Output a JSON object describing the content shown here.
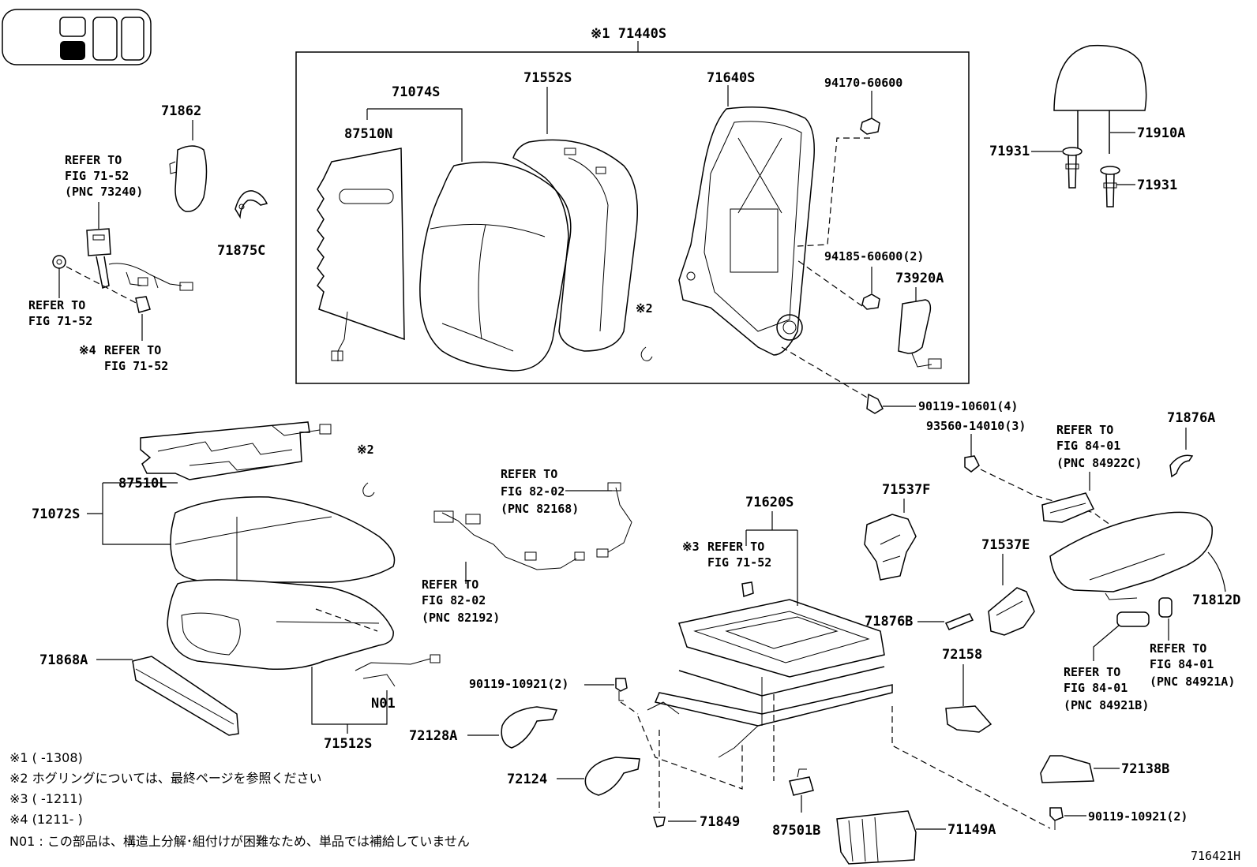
{
  "figure_id": "716421H",
  "group_label": "※1 71440S",
  "parts": {
    "p71074S": "71074S",
    "p87510N": "87510N",
    "p71552S": "71552S",
    "p71640S": "71640S",
    "p94170": "94170-60600",
    "p94185": "94185-60600(2)",
    "p73920A": "73920A",
    "p90119_10601": "90119-10601(4)",
    "p93560": "93560-14010(3)",
    "p71862": "71862",
    "p71875C": "71875C",
    "p71910A": "71910A",
    "p71931a": "71931",
    "p71931b": "71931",
    "p71876A": "71876A",
    "p87510L": "87510L",
    "p71072S": "71072S",
    "p71537F": "71537F",
    "p71537E": "71537E",
    "p71620S": "71620S",
    "p71812D": "71812D",
    "p71876B": "71876B",
    "p72158": "72158",
    "p71868A": "71868A",
    "pN01": "N01",
    "p71512S": "71512S",
    "p90119_10921a": "90119-10921(2)",
    "p72128A": "72128A",
    "p72124": "72124",
    "p71849": "71849",
    "p87501B": "87501B",
    "p71149A": "71149A",
    "p72138B": "72138B",
    "p90119_10921b": "90119-10921(2)",
    "mark2a": "※2",
    "mark2b": "※2"
  },
  "refs": {
    "r73240": [
      "REFER TO",
      "FIG 71-52",
      "(PNC 73240)"
    ],
    "r7152a": [
      "REFER TO",
      "FIG 71-52"
    ],
    "r7152b_mark": "※4",
    "r7152b": [
      "REFER TO",
      "FIG 71-52"
    ],
    "r82168": [
      "REFER TO",
      "FIG 82-02",
      "(PNC 82168)"
    ],
    "r82192": [
      "REFER TO",
      "FIG 82-02",
      "(PNC 82192)"
    ],
    "r7152c_mark": "※3",
    "r7152c": [
      "REFER TO",
      "FIG 71-52"
    ],
    "r84922C": [
      "REFER TO",
      "FIG 84-01",
      "(PNC 84922C)"
    ],
    "r84921B": [
      "REFER TO",
      "FIG 84-01",
      "(PNC 84921B)"
    ],
    "r84921A": [
      "REFER TO",
      "FIG 84-01",
      "(PNC 84921A)"
    ]
  },
  "footnotes": [
    "※1 (      -1308)",
    "※2 ホグリングについては、最終ページを参照ください",
    "※3 (      -1211)",
    "※4 (1211-      )",
    "N01 : この部品は、構造上分解･組付けが困難なため、単品では補給していません"
  ],
  "icon": {
    "name": "seat-position-indicator-icon"
  }
}
